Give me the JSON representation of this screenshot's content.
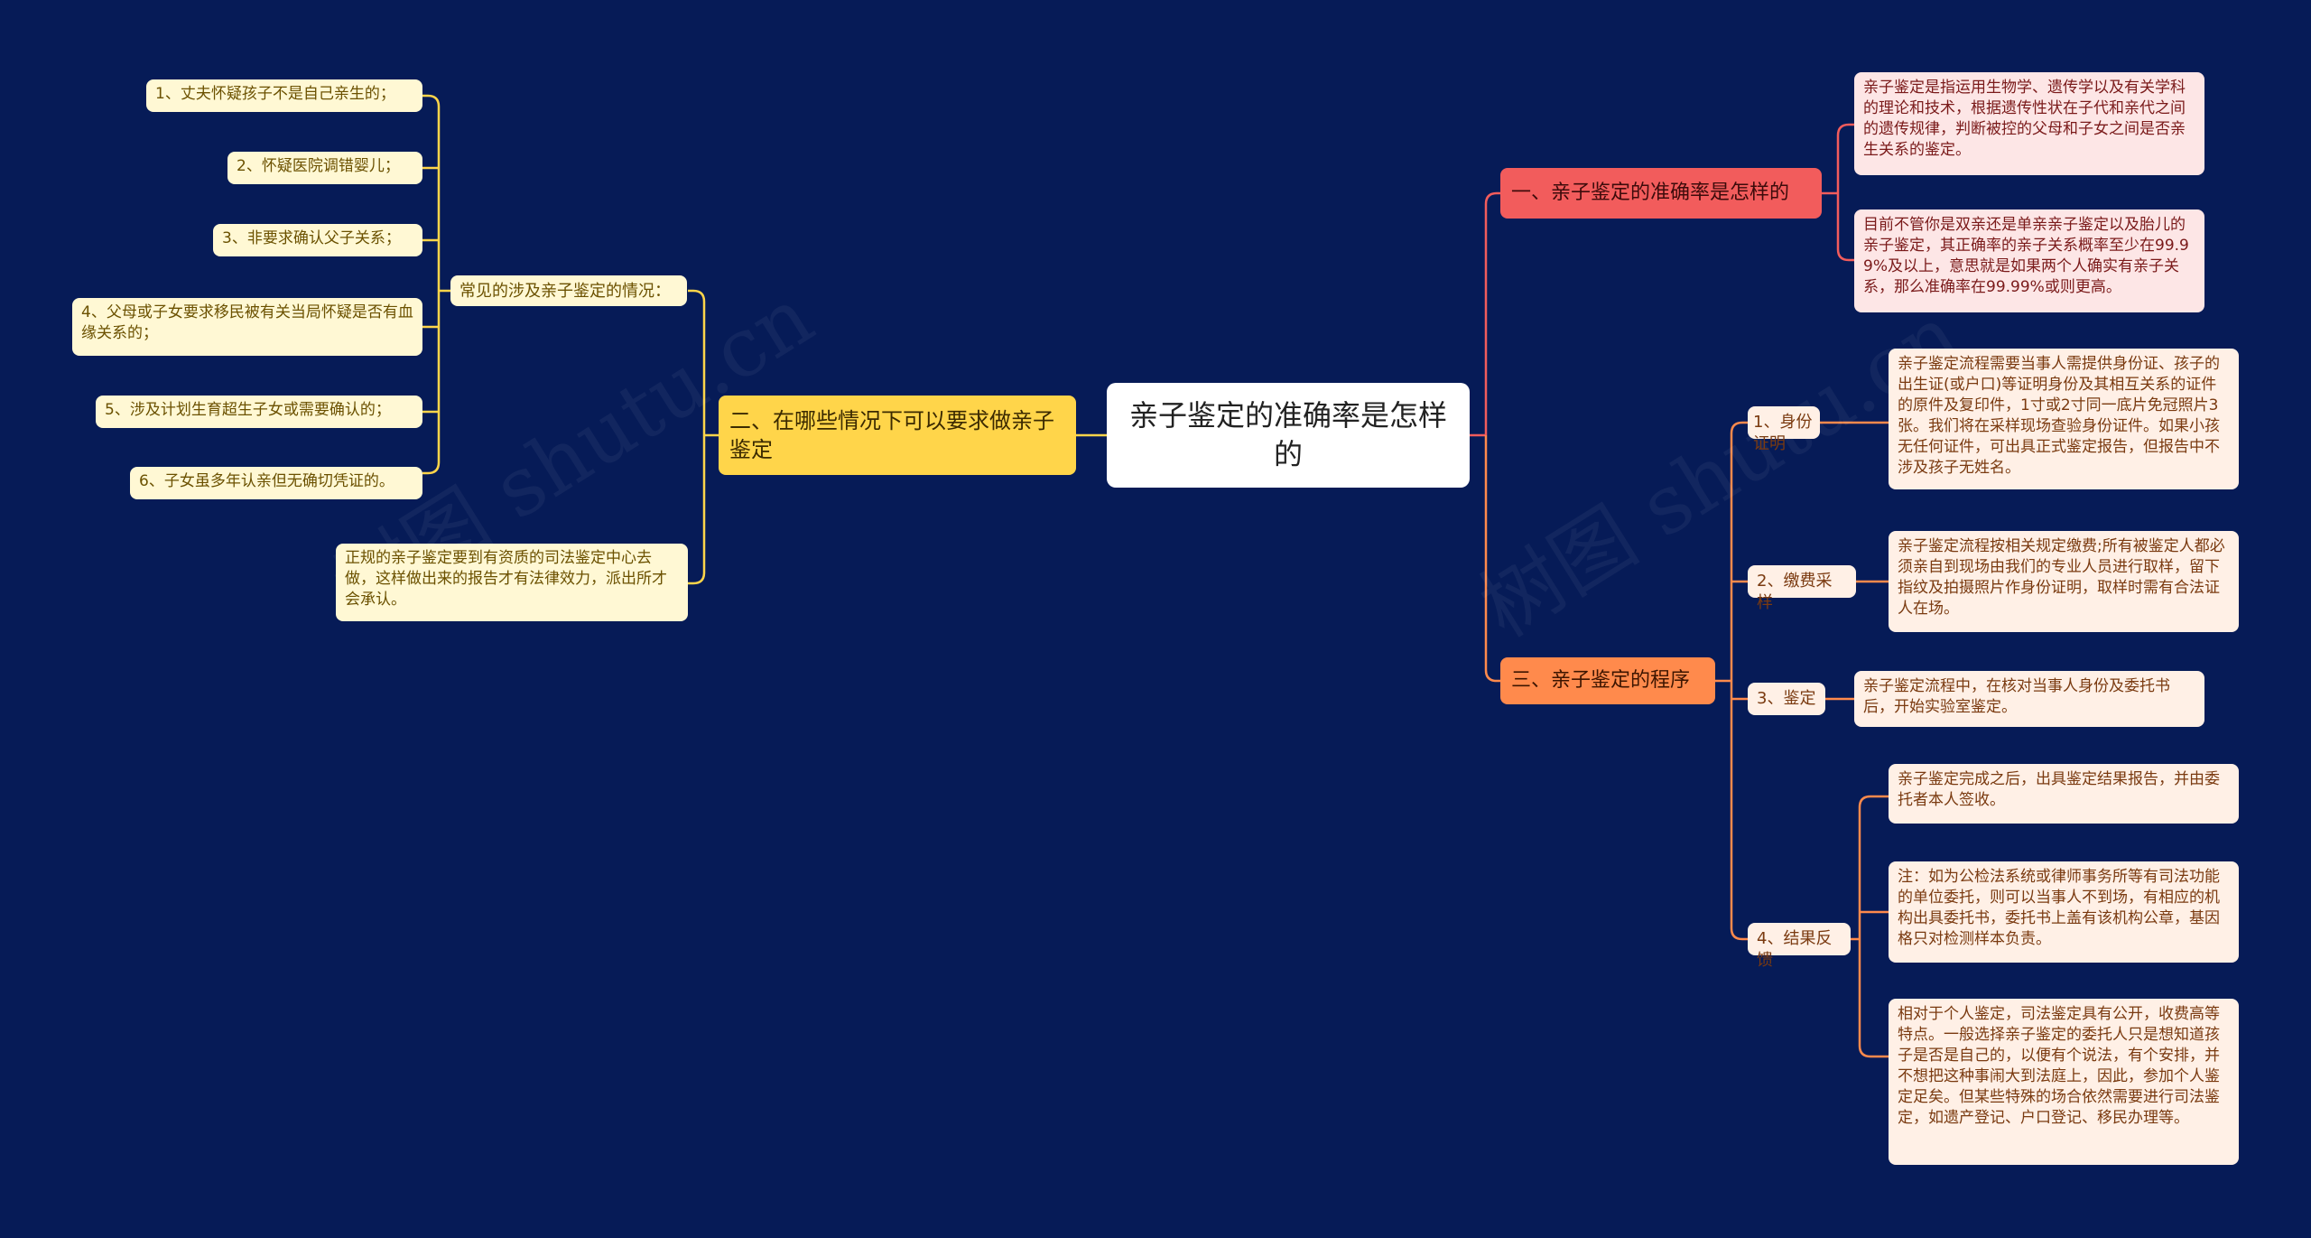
{
  "root": {
    "label": "亲子鉴定的准确率是怎样的"
  },
  "left": {
    "label": "二、在哪些情况下可以要求做亲子鉴定",
    "sub": {
      "label": "常见的涉及亲子鉴定的情况：",
      "items": [
        "1、丈夫怀疑孩子不是自己亲生的；",
        "2、怀疑医院调错婴儿；",
        "3、非要求确认父子关系；",
        "4、父母或子女要求移民被有关当局怀疑是否有血缘关系的；",
        "5、涉及计划生育超生子女或需要确认的；",
        "6、子女虽多年认亲但无确切凭证的。"
      ]
    },
    "note": "正规的亲子鉴定要到有资质的司法鉴定中心去做，这样做出来的报告才有法律效力，派出所才会承认。"
  },
  "right_top": {
    "label": "一、亲子鉴定的准确率是怎样的",
    "items": [
      "亲子鉴定是指运用生物学、遗传学以及有关学科的理论和技术，根据遗传性状在子代和亲代之间的遗传规律，判断被控的父母和子女之间是否亲生关系的鉴定。",
      "目前不管你是双亲还是单亲亲子鉴定以及胎儿的亲子鉴定，其正确率的亲子关系概率至少在99.99%及以上，意思就是如果两个人确实有亲子关系，那么准确率在99.99%或则更高。"
    ]
  },
  "right_bottom": {
    "label": "三、亲子鉴定的程序",
    "steps": [
      {
        "label": "1、身份证明",
        "items": [
          "亲子鉴定流程需要当事人需提供身份证、孩子的出生证(或户口)等证明身份及其相互关系的证件的原件及复印件，1寸或2寸同一底片免冠照片3张。我们将在采样现场查验身份证件。如果小孩无任何证件，可出具正式鉴定报告，但报告中不涉及孩子无姓名。"
        ]
      },
      {
        "label": "2、缴费采样",
        "items": [
          "亲子鉴定流程按相关规定缴费;所有被鉴定人都必须亲自到现场由我们的专业人员进行取样，留下指纹及拍摄照片作身份证明，取样时需有合法证人在场。"
        ]
      },
      {
        "label": "3、鉴定",
        "items": [
          "亲子鉴定流程中，在核对当事人身份及委托书后，开始实验室鉴定。"
        ]
      },
      {
        "label": "4、结果反馈",
        "items": [
          "亲子鉴定完成之后，出具鉴定结果报告，并由委托者本人签收。",
          "注：如为公检法系统或律师事务所等有司法功能的单位委托，则可以当事人不到场，有相应的机构出具委托书，委托书上盖有该机构公章，基因格只对检测样本负责。",
          "相对于个人鉴定，司法鉴定具有公开，收费高等特点。一般选择亲子鉴定的委托人只是想知道孩子是否是自己的，以便有个说法，有个安排，并不想把这种事闹大到法庭上，因此，参加个人鉴定足矣。但某些特殊的场合依然需要进行司法鉴定，如遗产登记、户口登记、移民办理等。"
        ]
      }
    ]
  },
  "colors": {
    "background": "#061b57",
    "root": "#ffffff",
    "yellow": "#ffd54a",
    "red": "#f25c5c",
    "orange": "#ff8a4c"
  },
  "watermark": "树图 shutu.cn"
}
